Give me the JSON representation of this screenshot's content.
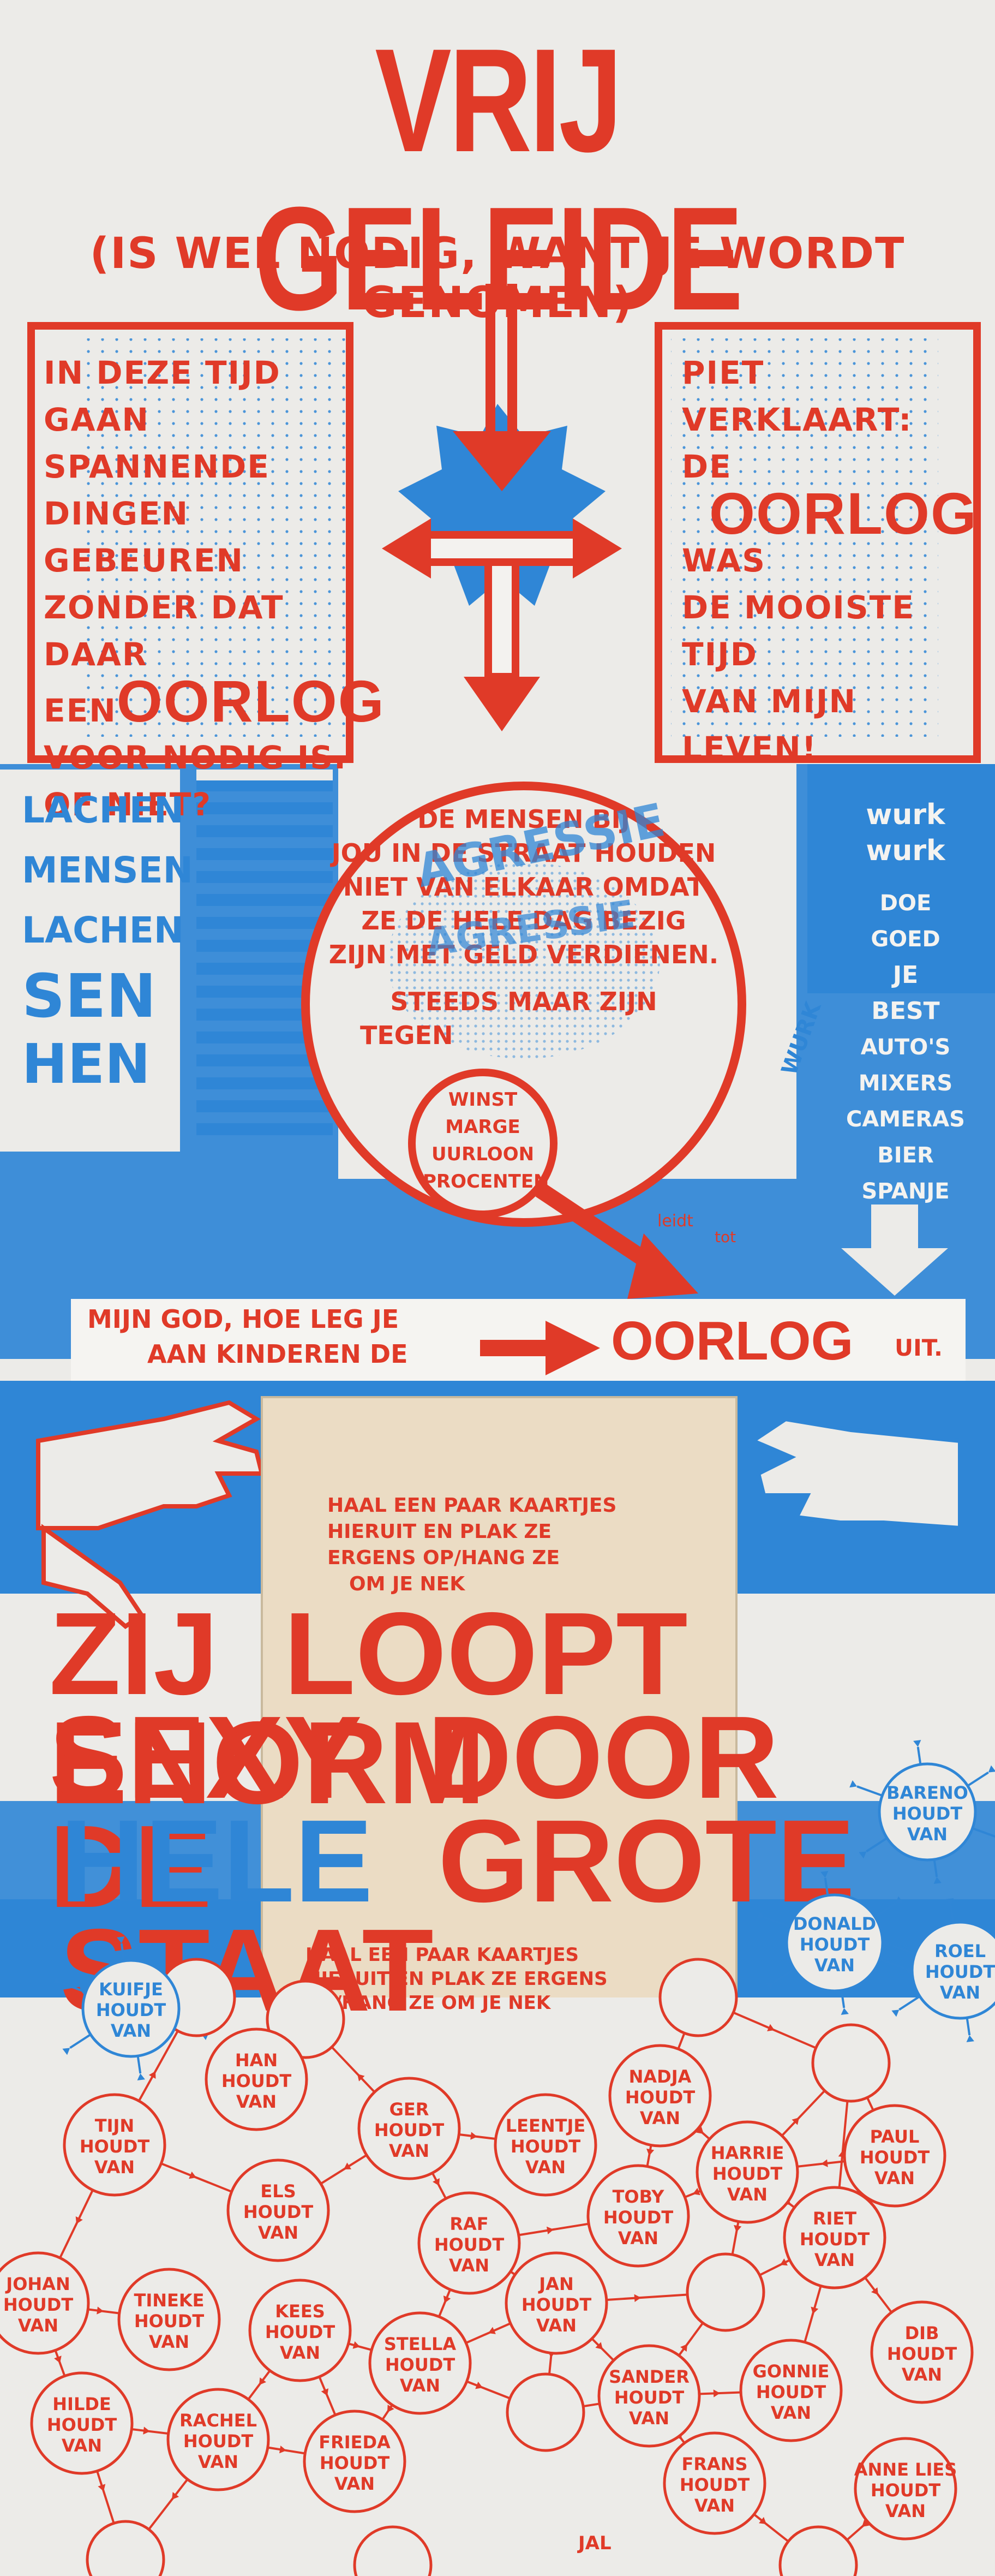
{
  "poster": {
    "title": "VRIJ GELEIDE",
    "subtitle": "(IS WEL NODIG, WANT JE WORDT GENOMEN)",
    "left_box": {
      "lines": [
        "IN DEZE TIJD",
        "GAAN SPANNENDE",
        "DINGEN GEBEUREN",
        "ZONDER DAT DAAR"
      ],
      "oorlog_prefix": "EEN",
      "oorlog": "OORLOG",
      "after": [
        "VOOR NODIG IS.",
        "OF NIET?"
      ]
    },
    "right_box": {
      "lines": [
        "PIET",
        "VERKLAART: DE"
      ],
      "oorlog": "OORLOG",
      "after": [
        "WAS",
        "DE MOOISTE TIJD",
        "VAN MIJN",
        "LEVEN!"
      ]
    },
    "left_blue": [
      "LACHEN",
      "MENSEN",
      "LACHEN",
      "SEN",
      "HEN"
    ],
    "right_blue": [
      "wurk",
      "wurk",
      "DOE",
      "GOED",
      "JE",
      "BEST",
      "AUTO'S",
      "MIXERS",
      "CAMERAS",
      "BIER",
      "SPANJE"
    ],
    "circle_text": [
      "DE MENSEN BIJ",
      "JOU IN DE STRAAT HOUDEN",
      "NIET VAN ELKAAR OMDAT",
      "ZE DE HELE DAG BEZIG",
      "ZIJN MET GELD VERDIENEN.",
      "STEEDS MAAR ZIJN",
      "TEGEN"
    ],
    "circle_overlay": [
      "AGRESSIE",
      "AGRESSIE"
    ],
    "small_circle": [
      "WINST",
      "MARGE",
      "UURLOON",
      "PROCENTEN"
    ],
    "wurk_side": "WURK",
    "leidt": "leidt",
    "tot": "tot",
    "banner": {
      "text_line1": "MIJN GOD, HOE LEG JE",
      "text_line2": "AAN KINDEREN DE",
      "oorlog": "OORLOG",
      "uit": "UIT."
    },
    "envelope": {
      "top_note": [
        "HAAL EEN PAAR KAARTJES",
        "HIERUIT EN PLAK ZE",
        "ERGENS OP/HANG ZE",
        "OM JE NEK"
      ],
      "bottom_note": [
        "HAAL EEN PAAR KAARTJES",
        "HIERUIT EN PLAK ZE ERGENS",
        "OP/HANG ZE OM JE NEK"
      ]
    },
    "big_text": {
      "line1": [
        "ZIJ",
        "LOOPT",
        "ENORM"
      ],
      "line2": [
        "SEXY",
        "DOOR",
        "DE"
      ],
      "line3": [
        "HELE",
        "GROTE",
        "STAAT"
      ]
    },
    "blue_nodes": [
      {
        "name": "KUIFJE",
        "l2": "HOUDT",
        "l3": "VAN"
      },
      {
        "name": "BARENO",
        "l2": "HOUDT",
        "l3": "VAN"
      },
      {
        "name": "DONALD",
        "l2": "HOUDT",
        "l3": "VAN"
      },
      {
        "name": "ROEL",
        "l2": "HOUDT",
        "l3": "VAN"
      }
    ],
    "red_nodes": [
      {
        "name": "HAN",
        "l2": "HOUDT",
        "l3": "VAN"
      },
      {
        "name": "TIJN",
        "l2": "HOUDT",
        "l3": "VAN"
      },
      {
        "name": "GER",
        "l2": "HOUDT",
        "l3": "VAN"
      },
      {
        "name": "LEENTJE",
        "l2": "HOUDT",
        "l3": "VAN"
      },
      {
        "name": "NADJA",
        "l2": "HOUDT",
        "l3": "VAN"
      },
      {
        "name": "PAUL",
        "l2": "HOUDT",
        "l3": "VAN"
      },
      {
        "name": "ELS",
        "l2": "HOUDT",
        "l3": "VAN"
      },
      {
        "name": "HARRIE",
        "l2": "HOUDT",
        "l3": "VAN"
      },
      {
        "name": "RAF",
        "l2": "HOUDT",
        "l3": "VAN"
      },
      {
        "name": "TOBY",
        "l2": "HOUDT",
        "l3": "VAN"
      },
      {
        "name": "RIET",
        "l2": "HOUDT",
        "l3": "VAN"
      },
      {
        "name": "JOHAN",
        "l2": "HOUDT",
        "l3": "VAN"
      },
      {
        "name": "TINEKE",
        "l2": "HOUDT",
        "l3": "VAN"
      },
      {
        "name": "KEES",
        "l2": "HOUDT",
        "l3": "VAN"
      },
      {
        "name": "JAN",
        "l2": "HOUDT",
        "l3": "VAN"
      },
      {
        "name": "DIB",
        "l2": "HOUDT",
        "l3": "VAN"
      },
      {
        "name": "STELLA",
        "l2": "HOUDT",
        "l3": "VAN"
      },
      {
        "name": "SANDER",
        "l2": "HOUDT",
        "l3": "VAN"
      },
      {
        "name": "GONNIE",
        "l2": "HOUDT",
        "l3": "VAN"
      },
      {
        "name": "HILDE",
        "l2": "HOUDT",
        "l3": "VAN"
      },
      {
        "name": "RACHEL",
        "l2": "HOUDT",
        "l3": "VAN"
      },
      {
        "name": "FRIEDA",
        "l2": "HOUDT",
        "l3": "VAN"
      },
      {
        "name": "FRANS",
        "l2": "HOUDT",
        "l3": "VAN"
      },
      {
        "name": "ANNE LIES",
        "l2": "HOUDT",
        "l3": "VAN"
      }
    ],
    "bottom_label": "JAL",
    "colors": {
      "red": "#e03a28",
      "blue": "#2f86d6",
      "paper": "#ecebe8",
      "envelope": "#ebdcc4"
    }
  }
}
